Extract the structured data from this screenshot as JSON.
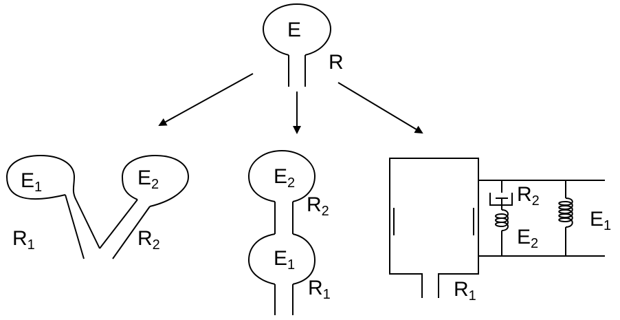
{
  "labels": {
    "top": {
      "e": "E",
      "r": "R"
    },
    "left": {
      "e1": "E",
      "e1_sub": "1",
      "e2": "E",
      "e2_sub": "2",
      "r1": "R",
      "r1_sub": "1",
      "r2": "R",
      "r2_sub": "2"
    },
    "middle": {
      "e2": "E",
      "e2_sub": "2",
      "r2": "R",
      "r2_sub": "2",
      "e1": "E",
      "e1_sub": "1",
      "r1": "R",
      "r1_sub": "1"
    },
    "right": {
      "r2": "R",
      "r2_sub": "2",
      "e2": "E",
      "e2_sub": "2",
      "e1": "E",
      "e1_sub": "1",
      "r1": "R",
      "r1_sub": "1"
    }
  }
}
